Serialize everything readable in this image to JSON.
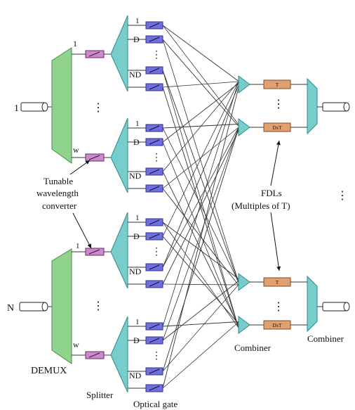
{
  "colors": {
    "demux": "#8fd38f",
    "demux_stroke": "#4a8a4a",
    "splitter": "#77cccc",
    "splitter_stroke": "#2f8a8a",
    "gate": "#6f6fe0",
    "gate_stroke": "#2e2e90",
    "converter": "#cc88cc",
    "converter_stroke": "#6a2a6a",
    "fdl": "#e0a070",
    "fdl_stroke": "#8a4a20",
    "line": "#333333"
  },
  "labels": {
    "input_1": "1",
    "input_N": "N",
    "demux_top_1": "1",
    "demux_top_w": "w",
    "demux_bot_1": "1",
    "demux_bot_w": "w",
    "demux": "DEMUX",
    "twc_1": "Tunable",
    "twc_2": "wavelength",
    "twc_3": "converter",
    "splitter": "Splitter",
    "optical_gate": "Optical gate",
    "combiner_mid": "Combiner",
    "combiner_right": "Combiner",
    "fdl_1": "FDLs",
    "fdl_2": "(Multiples of T)",
    "fdl_T": "T",
    "fdl_DxT": "DxT",
    "gate_1": "1",
    "gate_D": "D",
    "gate_ND": "ND",
    "vdots": "⋮",
    "mid_vdots": "⋮"
  },
  "icons": [
    "fiber-input-icon",
    "demux-icon",
    "converter-icon",
    "splitter-icon",
    "optical-gate-icon",
    "combiner-icon",
    "fdl-icon",
    "fiber-output-icon"
  ]
}
